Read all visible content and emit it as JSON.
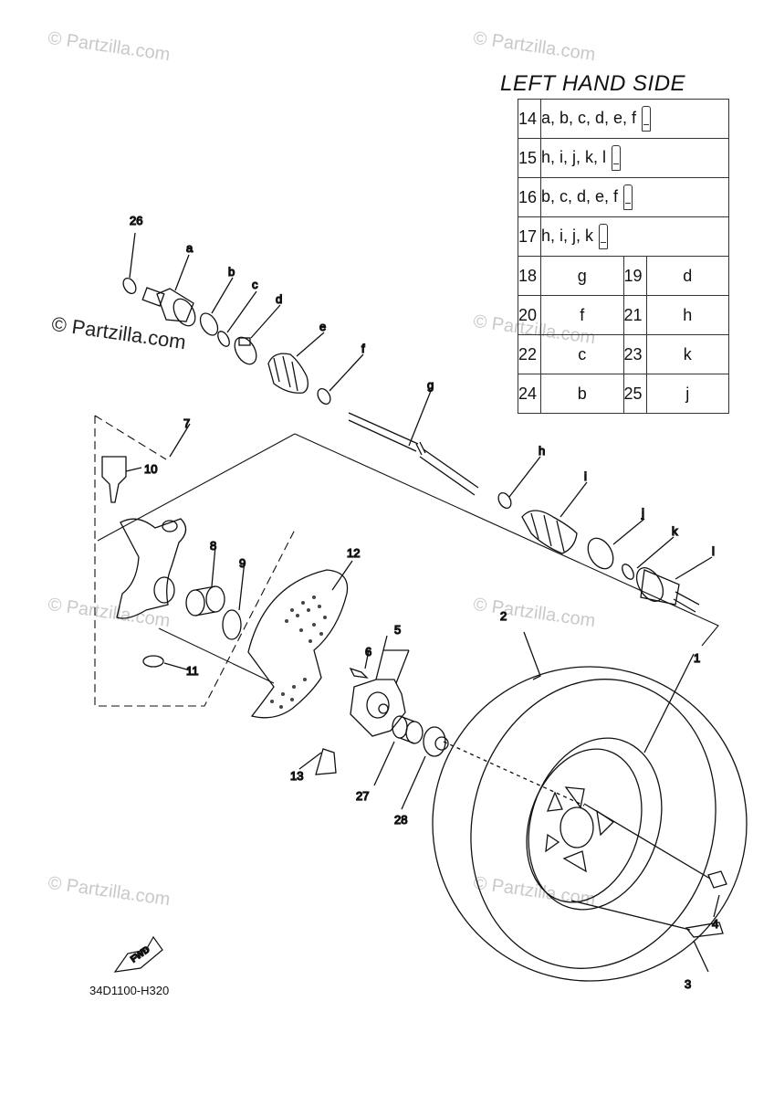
{
  "table": {
    "title": "LEFT HAND SIDE",
    "rows_full": [
      {
        "num": "14",
        "letters": "a, b, c, d, e, f"
      },
      {
        "num": "15",
        "letters": "h, i, j, k, l"
      },
      {
        "num": "16",
        "letters": "b, c, d, e, f"
      },
      {
        "num": "17",
        "letters": "h, i, j, k"
      }
    ],
    "rows_pair": [
      [
        {
          "num": "18",
          "letter": "g"
        },
        {
          "num": "19",
          "letter": "d"
        }
      ],
      [
        {
          "num": "20",
          "letter": "f"
        },
        {
          "num": "21",
          "letter": "h"
        }
      ],
      [
        {
          "num": "22",
          "letter": "c"
        },
        {
          "num": "23",
          "letter": "k"
        }
      ],
      [
        {
          "num": "24",
          "letter": "b"
        },
        {
          "num": "25",
          "letter": "j"
        }
      ]
    ]
  },
  "labels": {
    "l26": "26",
    "la": "a",
    "lb": "b",
    "lc": "c",
    "ld": "d",
    "le": "e",
    "lf": "f",
    "lg": "g",
    "lh": "h",
    "li": "i",
    "lj": "j",
    "lk": "k",
    "ll": "l",
    "l7": "7",
    "l10": "10",
    "l8": "8",
    "l9": "9",
    "l11": "11",
    "l12": "12",
    "l5": "5",
    "l6": "6",
    "l13": "13",
    "l27": "27",
    "l28": "28",
    "l2": "2",
    "l1": "1",
    "l4": "4",
    "l3": "3"
  },
  "watermark": {
    "text": "© Partzilla.com"
  },
  "fwd_label": "FWD",
  "diagram_code": "34D1100-H320"
}
